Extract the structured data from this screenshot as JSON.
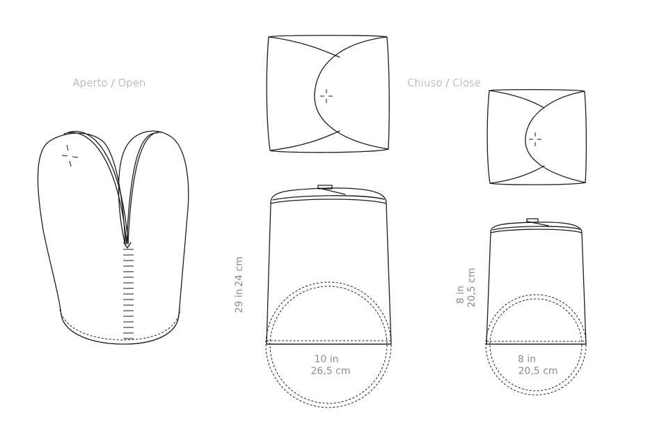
{
  "labels": {
    "open": "Aperto / Open",
    "closed": "Chiuso / Close"
  },
  "dimensions": {
    "open_height_in": "29 in",
    "open_height_cm": "24 cm",
    "open_diameter_in": "10 in",
    "open_diameter_cm": "26,5 cm",
    "closed_height_in": "8 in",
    "closed_height_cm": "20,5 cm",
    "closed_diameter_in": "8 in",
    "closed_diameter_cm": "20,5 cm"
  },
  "colors": {
    "ink": "#1a1a1a",
    "label": "#8c8c8c"
  }
}
